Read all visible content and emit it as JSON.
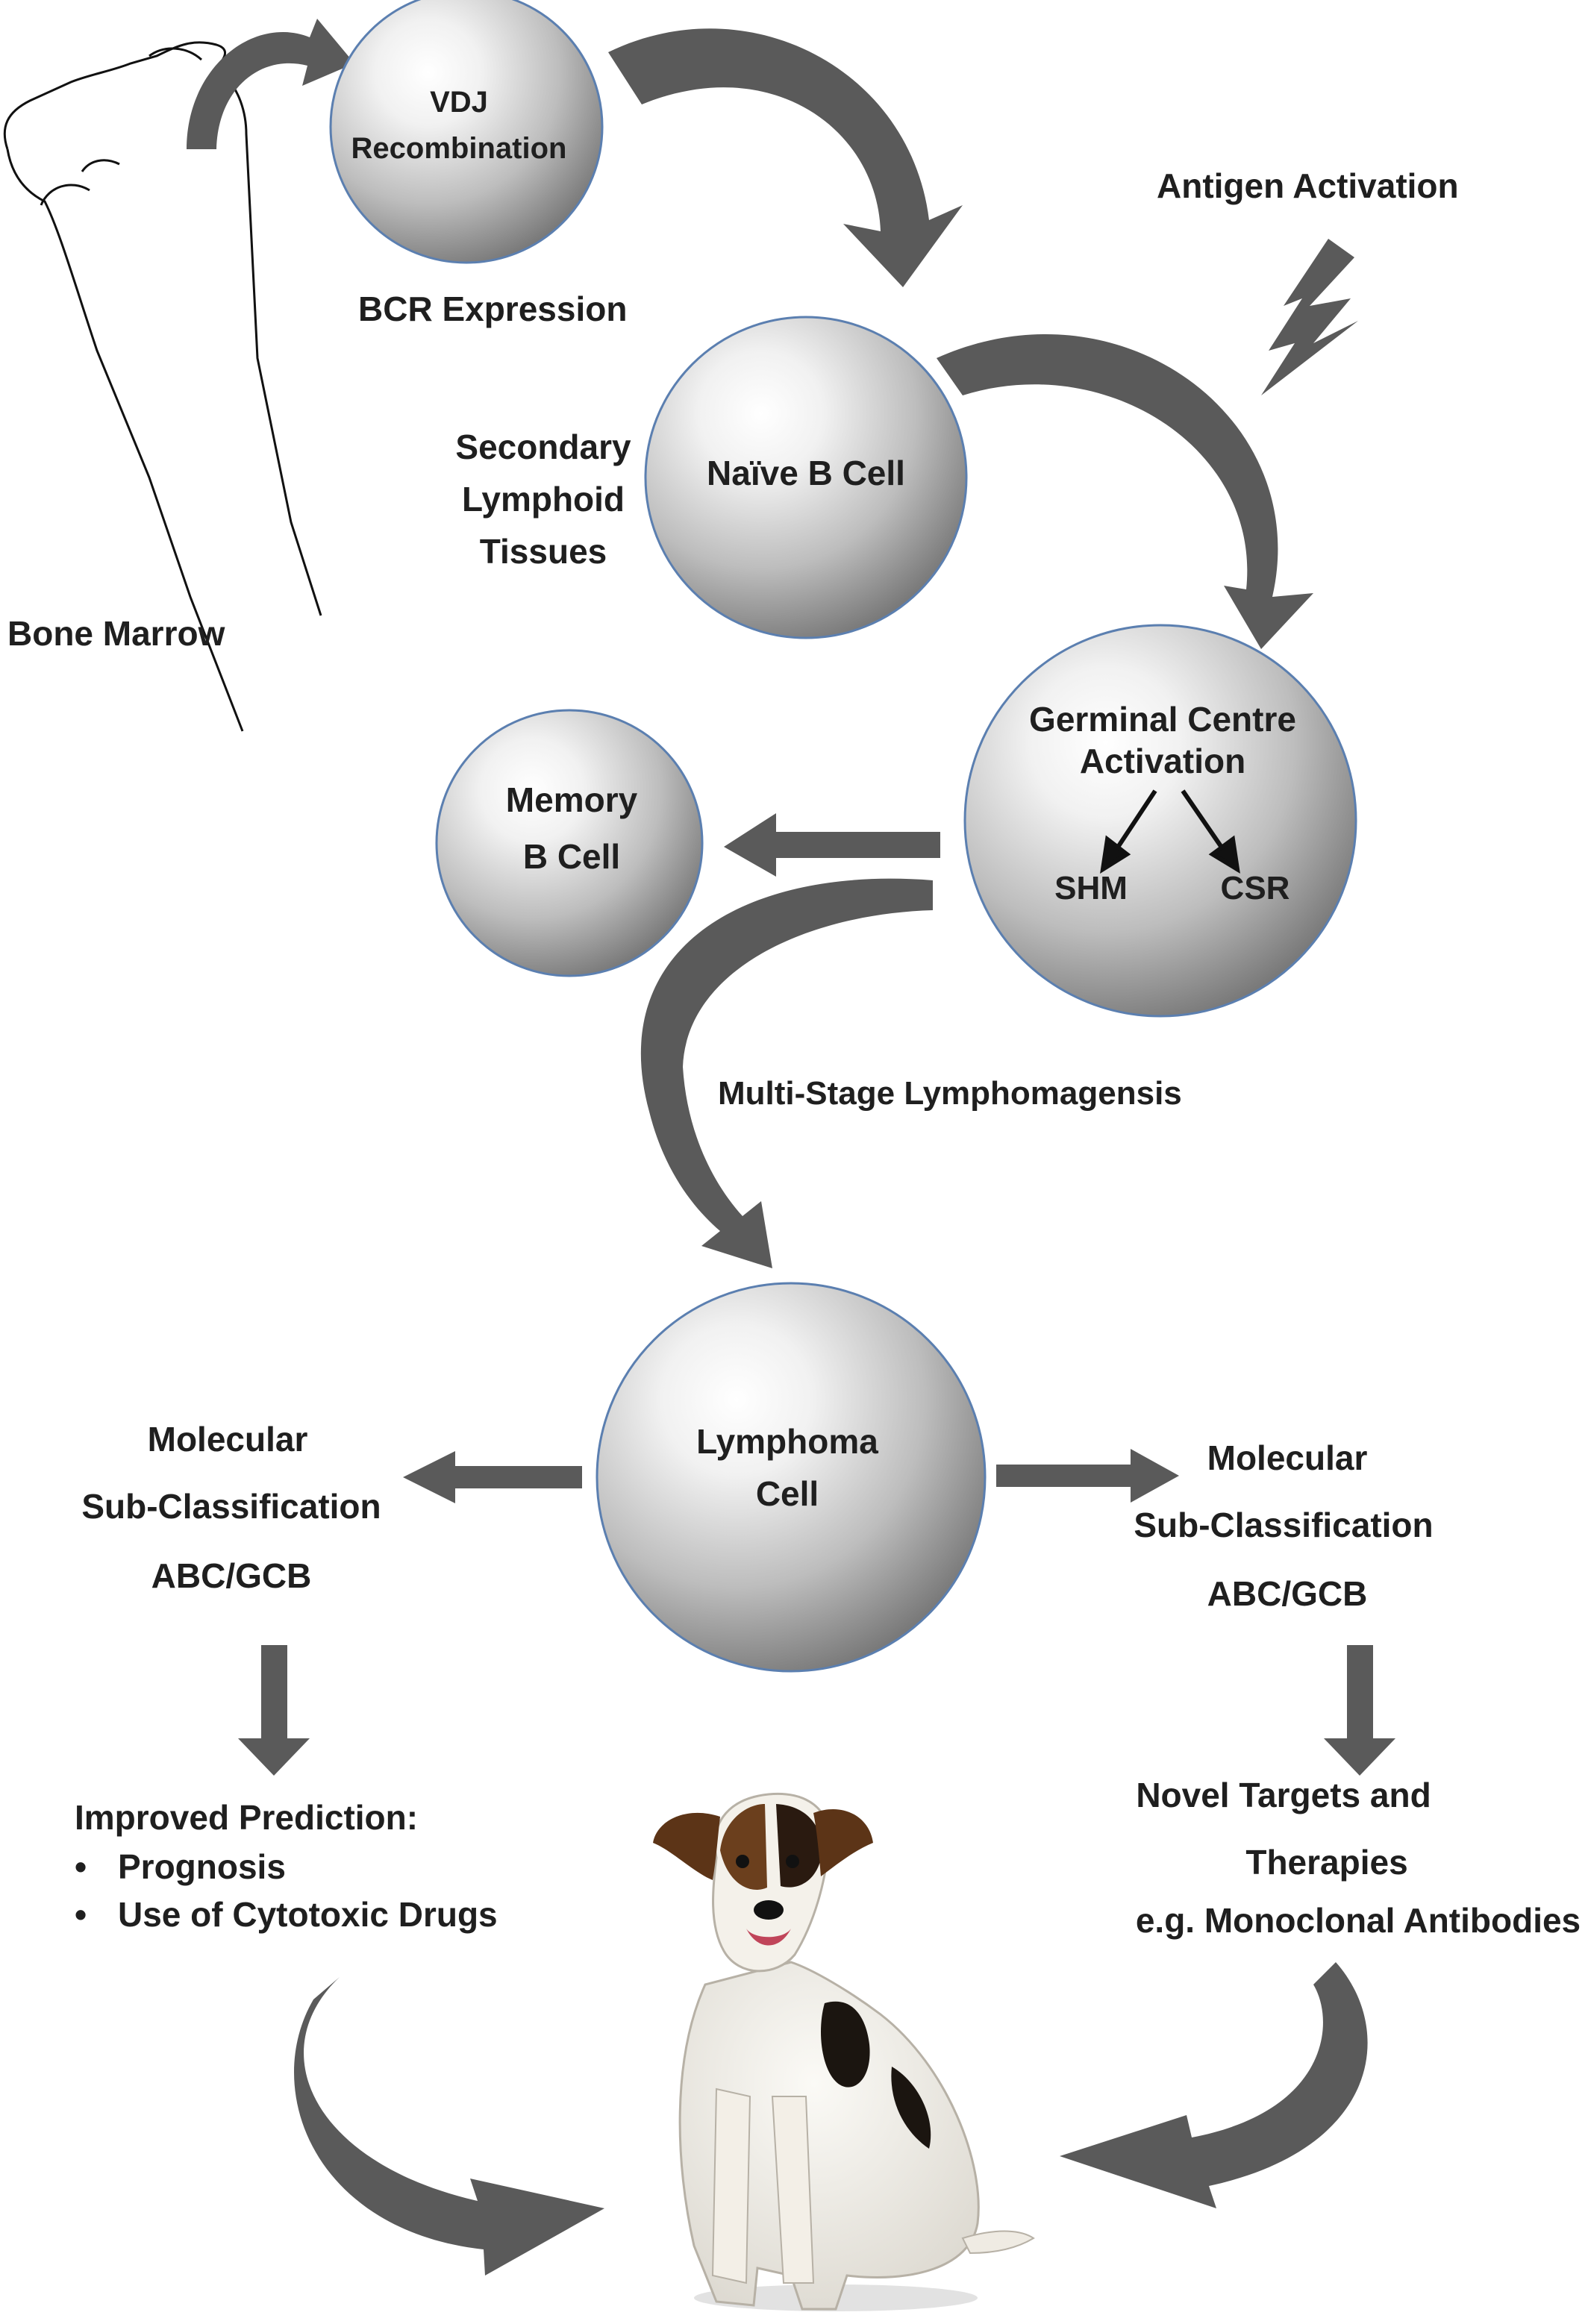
{
  "colors": {
    "arrow": "#5a5a5a",
    "sphere_highlight": "#ffffff",
    "sphere_mid": "#c9c9c9",
    "sphere_shadow": "#6e6e6e",
    "sphere_outline": "#5b7fb0",
    "text": "#1f1f1f"
  },
  "labels": {
    "bone_marrow": "Bone Marrow",
    "bcr_expression": "BCR Expression",
    "antigen_activation": "Antigen Activation",
    "secondary_lymphoid": [
      "Secondary",
      "Lymphoid",
      "Tissues"
    ],
    "multi_stage": "Multi-Stage Lymphomagensis"
  },
  "cells": {
    "vdj": [
      "VDJ",
      "Recombination"
    ],
    "naive": [
      "Naïve B Cell"
    ],
    "germinal": [
      "Germinal Centre",
      "Activation"
    ],
    "shm": "SHM",
    "csr": "CSR",
    "memory": [
      "Memory",
      "B Cell"
    ],
    "lymphoma": [
      "Lymphoma",
      "Cell"
    ]
  },
  "left_branch": {
    "classification": [
      "Molecular",
      "Sub-Classification",
      "ABC/GCB"
    ],
    "prediction_title": "Improved Prediction:",
    "prediction_bullets": [
      "Prognosis",
      "Use of Cytotoxic Drugs"
    ]
  },
  "right_branch": {
    "classification": [
      "Molecular",
      "Sub-Classification",
      "ABC/GCB"
    ],
    "therapies": [
      "Novel Targets and",
      "Therapies",
      "e.g. Monoclonal Antibodies"
    ]
  },
  "icons": {
    "bone": "femur-outline-icon",
    "lightning": "lightning-bolt-icon",
    "dog": "dog-photo"
  }
}
